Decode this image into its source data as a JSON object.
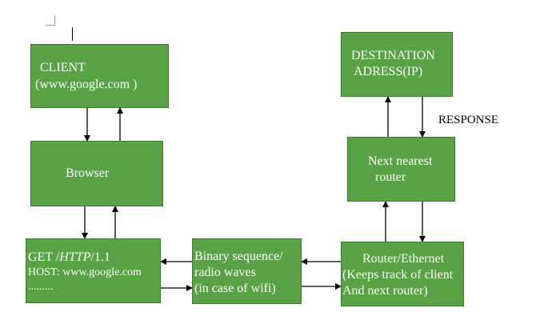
{
  "colors": {
    "box_fill": "#5aa246",
    "box_border": "#3f7a30",
    "text": "#ffffff",
    "arrow": "#000000"
  },
  "client": {
    "line1": "CLIENT",
    "line2": "(www.google.com )"
  },
  "browser": {
    "label": "Browser"
  },
  "request": {
    "line1_prefix": "GET /",
    "line1_italic": "HTTP",
    "line1_suffix": "/1.1",
    "line2": "HOST: www.google.com",
    "line3": "........."
  },
  "binary": {
    "line1": "Binary sequence/",
    "line2": "radio waves",
    "line3": "(in case of wifi)"
  },
  "router": {
    "line1": "Router/Ethernet",
    "line2": "(Keeps track of client",
    "line3": "And next router)"
  },
  "next_router": {
    "line1": "Next nearest",
    "line2": "router"
  },
  "destination": {
    "line1": "DESTINATION",
    "line2": "ADRESS(IP)"
  },
  "response_label": "RESPONSE"
}
